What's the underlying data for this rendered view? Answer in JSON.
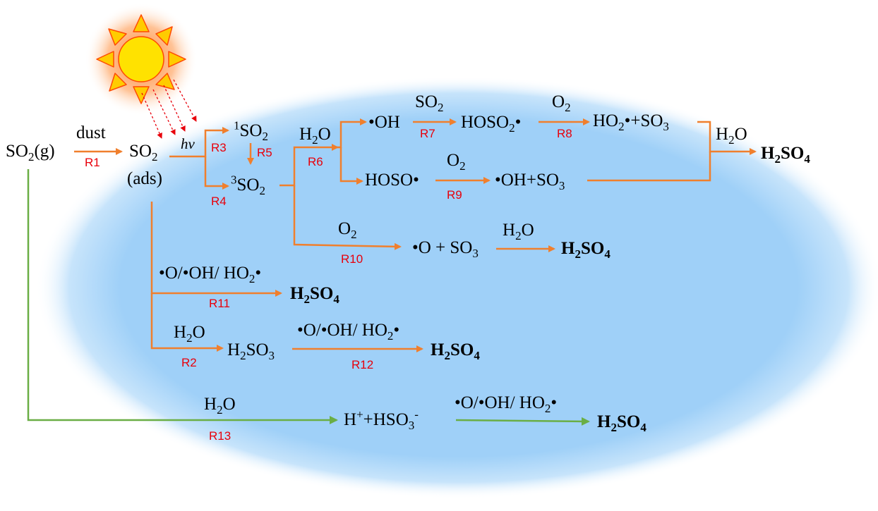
{
  "colors": {
    "orange_arrow": "#f07f2d",
    "green_arrow": "#6aae45",
    "label_red": "#e8000b",
    "sun_yellow": "#ffe200",
    "sun_rays": "#ffcc00",
    "background_blue": "#9fd0f8"
  },
  "icons": [
    "sun-icon"
  ],
  "reactions": [
    "R1",
    "R2",
    "R3",
    "R4",
    "R5",
    "R6",
    "R7",
    "R8",
    "R9",
    "R10",
    "R11",
    "R12",
    "R13"
  ],
  "labels": {
    "dust": "dust",
    "hv": "hv",
    "ads": "(ads)",
    "oxidants": "•O/•OH/ HO",
    "oh": "•OH",
    "hoso": "HOSO•",
    "o_so3_prefix": "•O + SO",
    "plus_hso3": "+HSO"
  },
  "species": {
    "h2o": "H2O",
    "so2": "SO2",
    "o2": "O2",
    "h2so4": "H2SO4",
    "h2so3": "H2SO3",
    "so2_gas": "SO2(g)",
    "so2_ads": "SO2 (ads)",
    "singlet_so2": "1SO2",
    "triplet_so2": "3SO2",
    "hoso2": "HOSO2•",
    "ho2_so3": "HO2•+SO3",
    "oh_so3": "•OH+SO3",
    "o_so3": "•O + SO3",
    "h_hso3": "H++HSO3-"
  }
}
